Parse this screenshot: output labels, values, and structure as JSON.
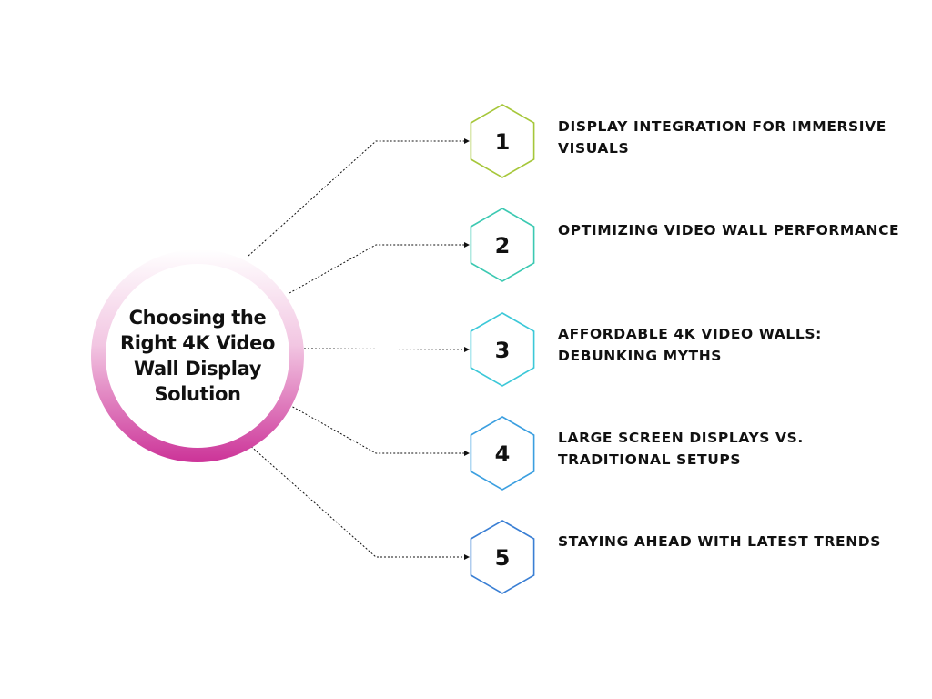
{
  "center": {
    "title": "Choosing the Right 4K Video Wall Display Solution"
  },
  "items": [
    {
      "number": "1",
      "label": "DISPLAY INTEGRATION FOR IMMERSIVE VISUALS",
      "color": "#a6c73a"
    },
    {
      "number": "2",
      "label": "OPTIMIZING VIDEO WALL PERFORMANCE",
      "color": "#3cc9b2"
    },
    {
      "number": "3",
      "label": "AFFORDABLE 4K VIDEO WALLS: DEBUNKING MYTHS",
      "color": "#3cc8d8"
    },
    {
      "number": "4",
      "label": "LARGE SCREEN DISPLAYS VS. TRADITIONAL SETUPS",
      "color": "#3b9fe0"
    },
    {
      "number": "5",
      "label": "STAYING AHEAD WITH LATEST TRENDS",
      "color": "#3a7fd4"
    }
  ],
  "colors": {
    "ring_top": "#ffffff",
    "ring_bottom": "#cc3398",
    "connector": "#111111"
  }
}
